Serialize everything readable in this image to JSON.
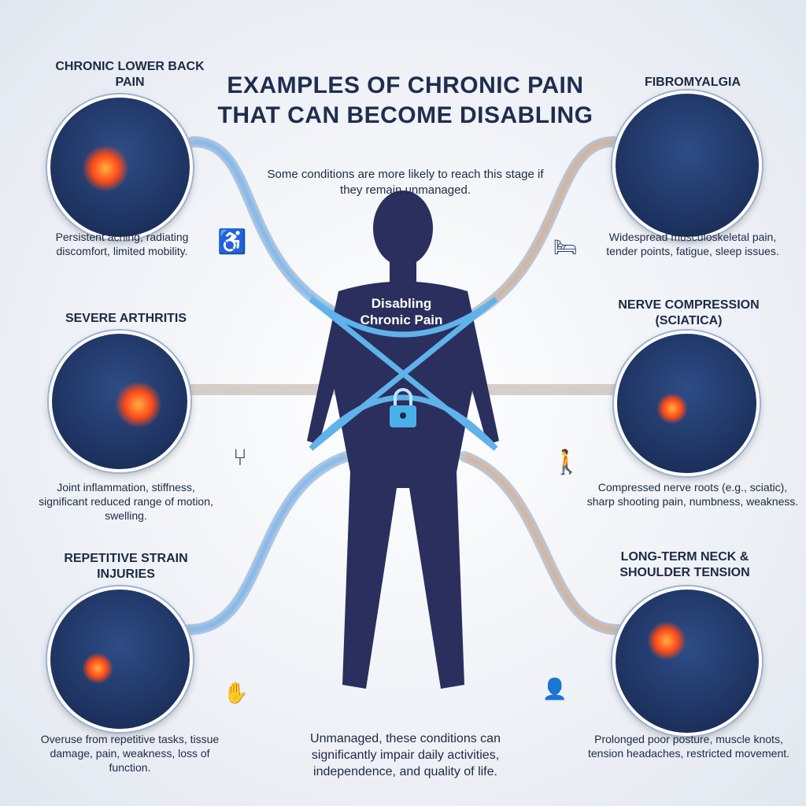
{
  "title": "EXAMPLES OF CHRONIC PAIN THAT CAN BECOME DISABLING",
  "subtitle": "Some conditions are more likely to reach this stage if they remain unmanaged.",
  "center_label": "Disabling Chronic Pain",
  "bottom_text": "Unmanaged, these conditions can significantly impair daily activities, independence, and quality of life.",
  "conditions": [
    {
      "title": "Chronic Lower Back Pain",
      "description": "Persistent aching, radiating discomfort, limited mobility.",
      "icon": "wheelchair-icon"
    },
    {
      "title": "Fibromyalgia",
      "description": "Widespread musculoskeletal pain, tender points, fatigue, sleep issues.",
      "icon": "sleep-bed-icon"
    },
    {
      "title": "Severe Arthritis",
      "description": "Joint inflammation, stiffness, significant reduced range of motion, swelling.",
      "icon": "crutches-walker-icon"
    },
    {
      "title": "Nerve Compression (Sciatica)",
      "description": "Compressed nerve roots (e.g., sciatic), sharp shooting pain, numbness, weakness.",
      "icon": "person-with-cane-icon"
    },
    {
      "title": "Repetitive Strain Injuries",
      "description": "Overuse from repetitive tasks, tissue damage, pain, weakness, loss of function.",
      "icon": "wrist-brace-keyboard-icon"
    },
    {
      "title": "Long-Term Neck & Shoulder Tension",
      "description": "Prolonged poor posture, muscle knots, tension headaches, restricted movement.",
      "icon": "neck-brace-icon"
    }
  ]
}
